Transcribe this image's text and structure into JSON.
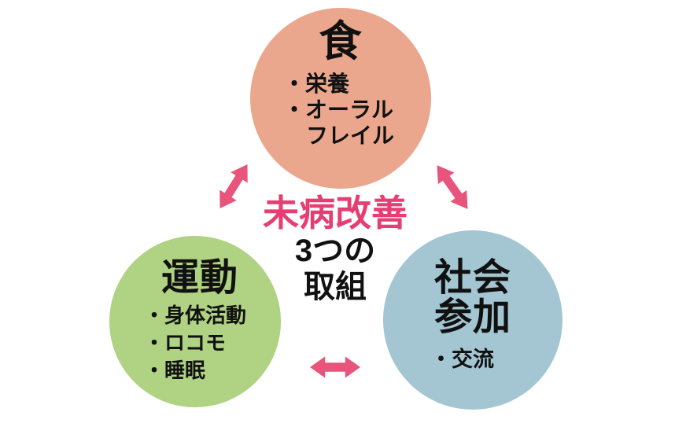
{
  "center": {
    "title": "未病改善",
    "title_color": "#e63e72",
    "subtitle_lines": [
      "3つの",
      "取組"
    ],
    "text_color": "#111111"
  },
  "circles": {
    "food": {
      "title": "食",
      "lines": [
        "・栄養",
        "・オーラル",
        "フレイル"
      ],
      "color": "#eaa78e"
    },
    "exercise": {
      "title": "運動",
      "lines": [
        "・身体活動",
        "・ロコモ",
        "・睡眠"
      ],
      "color": "#afd283"
    },
    "social": {
      "title_line1": "社会",
      "title_line2": "参加",
      "lines": [
        "・交流"
      ],
      "color": "#a3c6d2"
    }
  },
  "arrows": {
    "color": "#e8547c"
  }
}
